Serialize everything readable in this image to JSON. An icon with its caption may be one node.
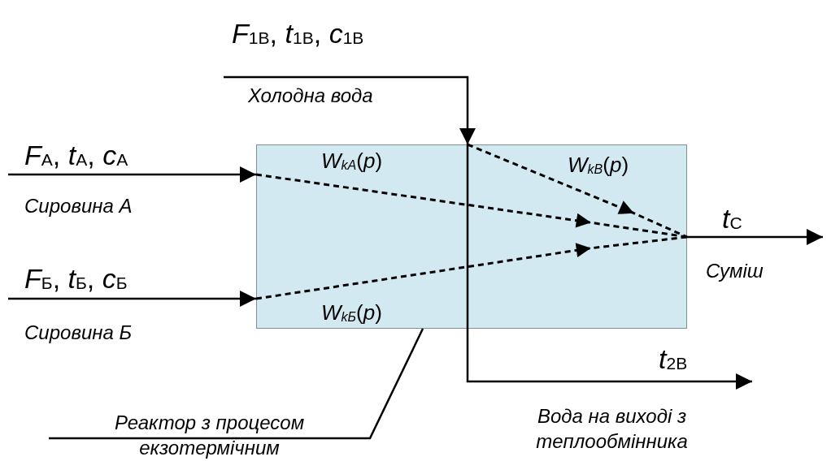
{
  "diagram": {
    "nodes": [
      {
        "text": [],
        "shape": "box"
      },
      {
        "text": [
          "Реактор з процесом екзотермічним"
        ]
      },
      {
        "text": [
          "*F*$_{1В}$, *t*$_{1В}$, *c*$_{1В}$",
          "Холодна вода"
        ]
      },
      {
        "text": [
          "*F*$_{А}$, *t*$_{А}$, *c*$_{А}$",
          "Сировина А"
        ]
      },
      {
        "text": [
          "*F*$_{Б}$, *t*$_{Б}$, *c*$_{Б}$",
          "Сировина Б"
        ]
      },
      {
        "text": [
          "*t*$_{С}$",
          "Суміш"
        ]
      },
      {
        "text": [
          "*t*$_{2В}$",
          "Вода на виході з теплообмінника"
        ]
      }
    ],
    "edges": [
      {
        "from": 3,
        "to": 0,
        "arrow": "to"
      },
      {
        "from": 4,
        "to": 0,
        "arrow": "to"
      },
      {
        "from": 2,
        "to": 0,
        "arrow": "to"
      },
      {
        "from": 0,
        "to": 5,
        "arrow": "to"
      },
      {
        "from": 0,
        "to": 6,
        "arrow": "to"
      },
      {
        "from": 1,
        "to": 0,
        "arrow": "none"
      }
    ],
    "labels": [
      "*W*$_{kА}$(*p*)",
      "*W*$_{kВ}$(*p*)",
      "*W*$_{kБ}$(*p*)"
    ]
  }
}
